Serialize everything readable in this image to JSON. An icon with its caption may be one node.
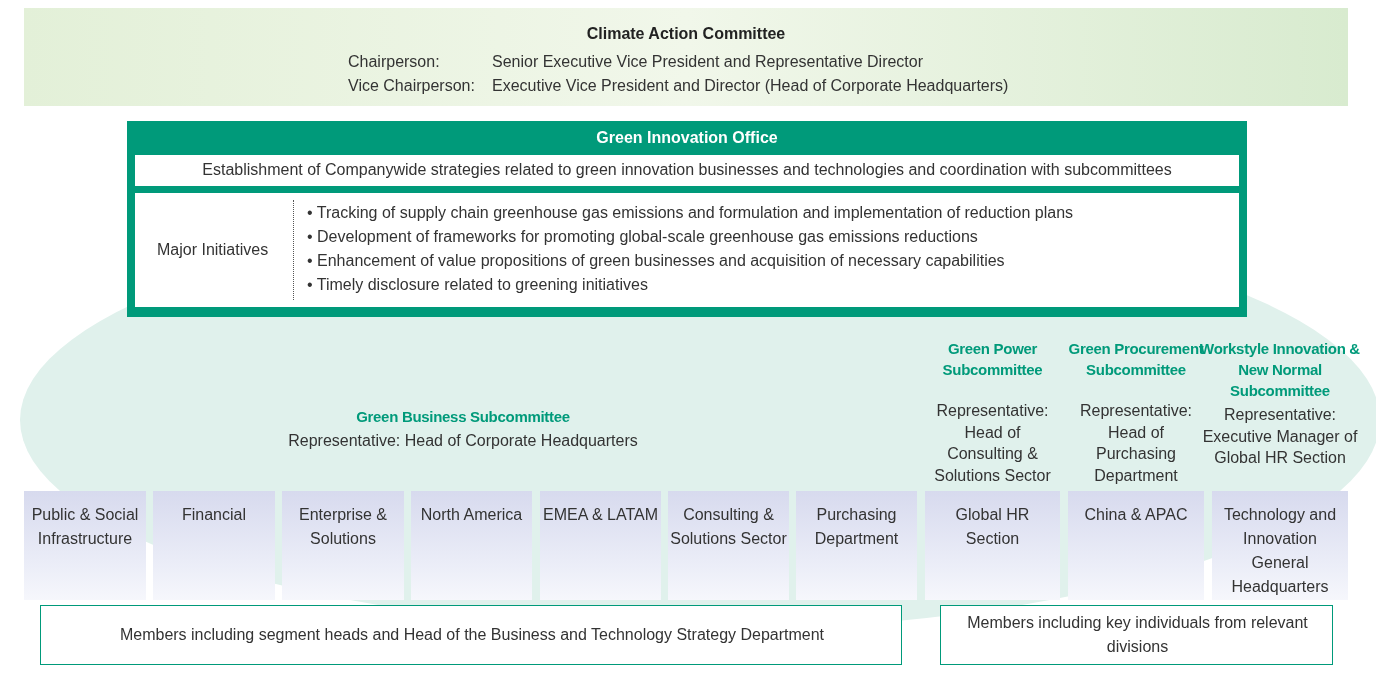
{
  "diagram": {
    "nodes": [
      {
        "text": [
          "Climate Action Committee",
          "Chairperson:",
          "Senior Executive Vice President and Representative Director",
          "Vice Chairperson:",
          "Executive Vice President and Director (Head of Corporate Headquarters)"
        ]
      },
      {
        "text": [
          "Green Innovation Office"
        ]
      },
      {
        "text": [
          "Establishment of Companywide strategies related to green innovation businesses and technologies and coordination with subcommittees"
        ],
        "in": 1
      },
      {
        "text": [
          "Major Initiatives",
          "• Tracking of supply chain greenhouse gas emissions and formulation and implementation of reduction plans",
          "• Development of frameworks for promoting global-scale greenhouse gas emissions reductions",
          "• Enhancement of value propositions of green businesses and acquisition of necessary capabilities",
          "• Timely disclosure related to greening initiatives"
        ],
        "in": 1
      },
      {
        "text": [
          "Public & Social Infrastructure"
        ]
      },
      {
        "text": [
          "Financial"
        ]
      },
      {
        "text": [
          "Enterprise & Solutions"
        ]
      },
      {
        "text": [
          "North America"
        ]
      },
      {
        "text": [
          "EMEA & LATAM"
        ]
      },
      {
        "text": [
          "Consulting & Solutions Sector"
        ]
      },
      {
        "text": [
          "Purchasing Department"
        ]
      },
      {
        "text": [
          "Global HR Section"
        ]
      },
      {
        "text": [
          "China & APAC"
        ]
      },
      {
        "text": [
          "Technology and Innovation General Headquarters"
        ]
      },
      {
        "text": [
          "Members including segment heads and Head of the Business and Technology Strategy Department"
        ]
      },
      {
        "text": [
          "Members including key individuals from relevant divisions"
        ]
      }
    ],
    "labels": [
      "Green Power Subcommittee",
      "Representative: Head of Consulting & Solutions Sector",
      "Green Procurement Subcommittee",
      "Representative: Head of Purchasing Department",
      "Workstyle Innovation & New Normal Subcommittee",
      "Representative: Executive Manager of Global HR Section",
      "Green Business Subcommittee",
      "Representative: Head of Corporate Headquarters"
    ]
  }
}
